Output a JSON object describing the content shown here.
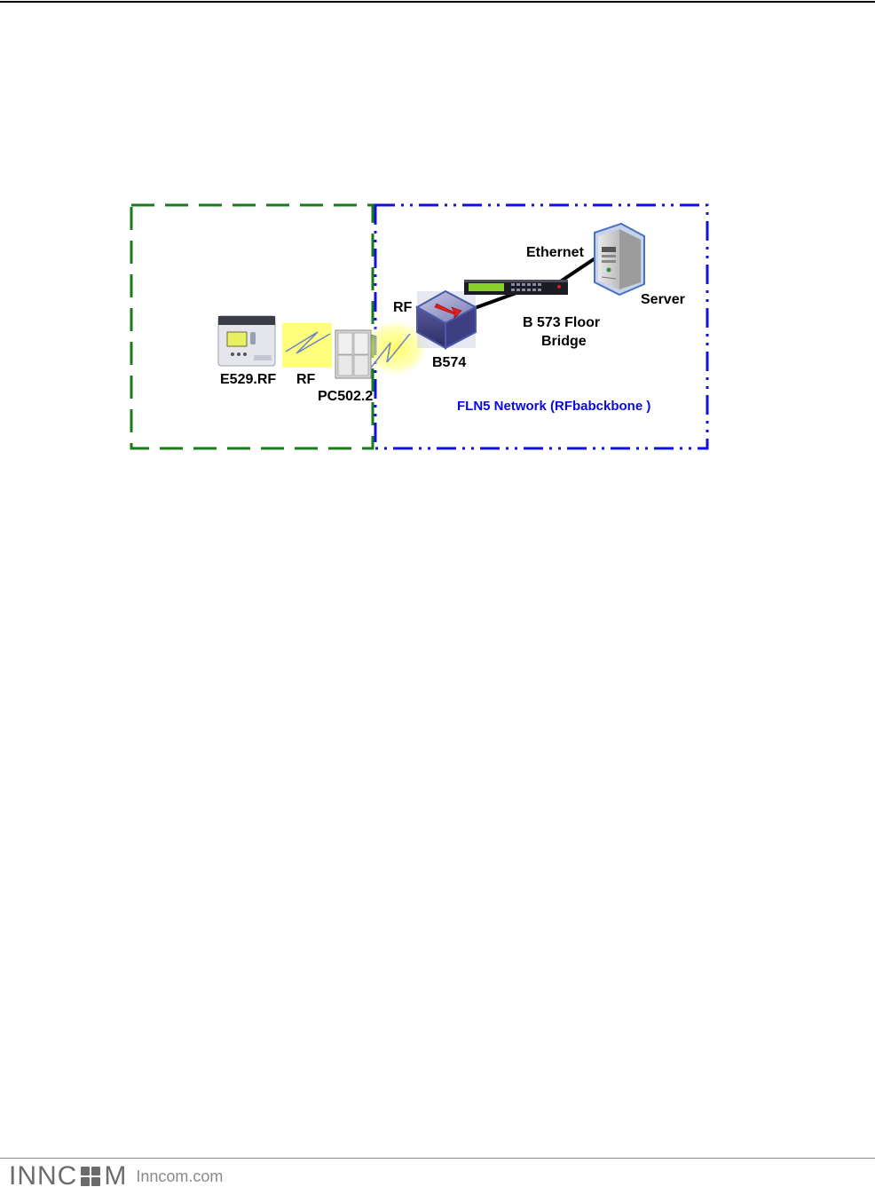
{
  "diagram": {
    "labels": {
      "ethernet": "Ethernet",
      "server": "Server",
      "rf_top": "RF",
      "b573_line1": "B 573 Floor",
      "b573_line2": "Bridge",
      "b574": "B574",
      "e529": "E529.RF",
      "rf_mid": "RF",
      "pc502": "PC502.2",
      "network": "FLN5 Network (RFbabckbone )"
    },
    "colors": {
      "room_zone_border": "#1a7a1a",
      "network_zone_border": "#1010e0",
      "rf_glow": "#ffff66",
      "network_label": "#0a0ae0"
    },
    "icons": {
      "e529": "thermostat-icon",
      "pc502": "light-switch-icon",
      "b574": "rf-gateway-cube-icon",
      "b573": "floor-bridge-switch-icon",
      "server": "server-tower-icon"
    }
  },
  "footer": {
    "logo_left": "INNC",
    "logo_right": "M",
    "website": "Inncom.com"
  }
}
